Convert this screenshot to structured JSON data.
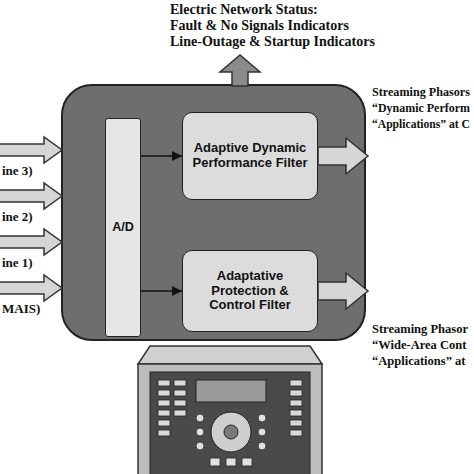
{
  "diagram": {
    "nodes": [
      {
        "text": [
          "A/D"
        ]
      },
      {
        "text": [
          "Adaptive Dynamic Performance Filter"
        ]
      },
      {
        "text": [
          "Adaptative Protection & Control Filter"
        ]
      }
    ],
    "edges": [
      {
        "from": 0,
        "to": 1,
        "arrow": "to"
      },
      {
        "from": 0,
        "to": 2,
        "arrow": "to"
      }
    ],
    "labels": [
      "Electric Network Status:",
      "Fault & No Signals Indicators",
      "Line-Outage & Startup Indicators",
      "Streaming Phasors",
      "“Dynamic Perform",
      "“Applications” at C",
      "ine 3)",
      "ine 2)",
      "ine 1)",
      "MAIS)",
      "Streaming Phasor",
      "“Wide-Area Cont",
      "“Applications” at"
    ]
  }
}
